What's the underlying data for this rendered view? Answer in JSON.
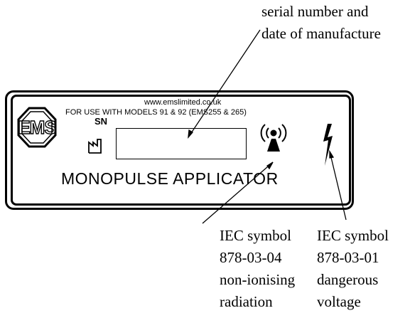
{
  "callouts": {
    "serial": "serial number and\ndate of manufacture",
    "radiation": "IEC symbol\n878-03-04\nnon-ionising\nradiation",
    "voltage": "IEC symbol\n878-03-01\ndangerous\nvoltage"
  },
  "plate": {
    "url": "www.emslimited.co.uk",
    "models": "FOR USE WITH MODELS 91 & 92 (EMS255 & 265)",
    "sn_label": "SN",
    "product_name": "MONOPULSE APPLICATOR",
    "logo_text": "EMS"
  },
  "icons": {
    "logo": "ems-octagon-logo",
    "manufacture": "factory-icon",
    "radiation": "non-ionising-radiation-icon",
    "voltage": "lightning-bolt-icon"
  },
  "colors": {
    "ink": "#000000",
    "background": "#ffffff"
  }
}
